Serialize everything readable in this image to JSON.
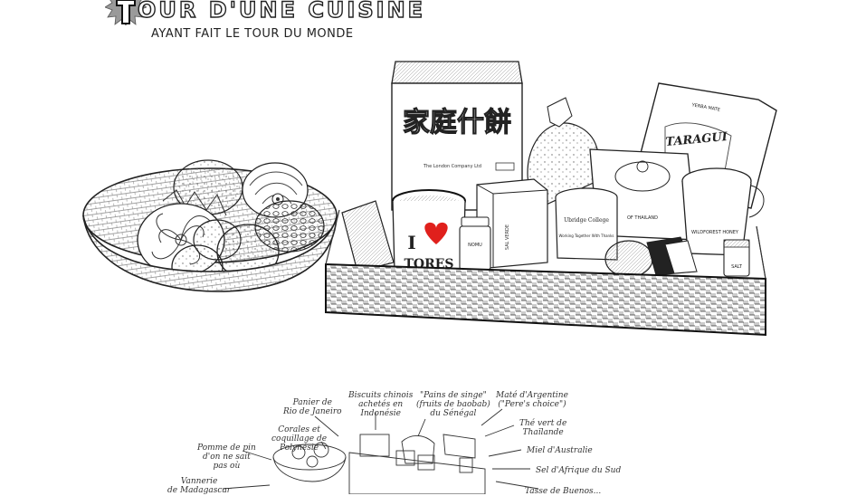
{
  "header": {
    "title_initial": "T",
    "title_rest": "OUR D'UNE CUISINE",
    "subtitle": "AYANT FAIT LE TOUR DU MONDE"
  },
  "illustration": {
    "tin_chinese_text": "家庭什餅",
    "tin_small_text": "The London Company Ltd",
    "mate_brand": "TARAGUI",
    "mate_small": "YERBA MATE",
    "mug_text_i": "I",
    "mug_text_word": "TORES",
    "heart_color": "#e0201c",
    "jar_small_label": "NOMU",
    "box_label": "SAL VERDE",
    "cup_text": "Ubridge College",
    "cup_sub": "Working Together With Thanks",
    "tea_brand_line": "OF THAILAND",
    "honey_label": "WILDFOREST HONEY",
    "salt_label": "SALT"
  },
  "legend": {
    "labels": [
      {
        "id": "panier",
        "lines": [
          "Panier de",
          "Rio de Janeiro"
        ]
      },
      {
        "id": "biscuits",
        "lines": [
          "Biscuits chinois",
          "achetés en",
          "Indonésie"
        ]
      },
      {
        "id": "pains-de-singe",
        "lines": [
          "\"Pains de singe\"",
          "(fruits de baobab)",
          "du Sénégal"
        ]
      },
      {
        "id": "mate",
        "lines": [
          "Maté d'Argentine",
          "(\"Pere's choice\")"
        ]
      },
      {
        "id": "the-vert",
        "lines": [
          "Thé vert de",
          "Thaïlande"
        ]
      },
      {
        "id": "miel",
        "lines": [
          "Miel d'Australie"
        ]
      },
      {
        "id": "sel",
        "lines": [
          "Sel d'Afrique du Sud"
        ]
      },
      {
        "id": "tasse",
        "lines": [
          "Tasse de Buenos..."
        ]
      },
      {
        "id": "corales",
        "lines": [
          "Corales et",
          "coquillage de",
          "Polynésie"
        ]
      },
      {
        "id": "pomme-de-pin",
        "lines": [
          "Pomme de pin",
          "d'on ne sait",
          "pas où"
        ]
      },
      {
        "id": "vannerie",
        "lines": [
          "Vannerie",
          "de Madagascar"
        ]
      }
    ]
  }
}
